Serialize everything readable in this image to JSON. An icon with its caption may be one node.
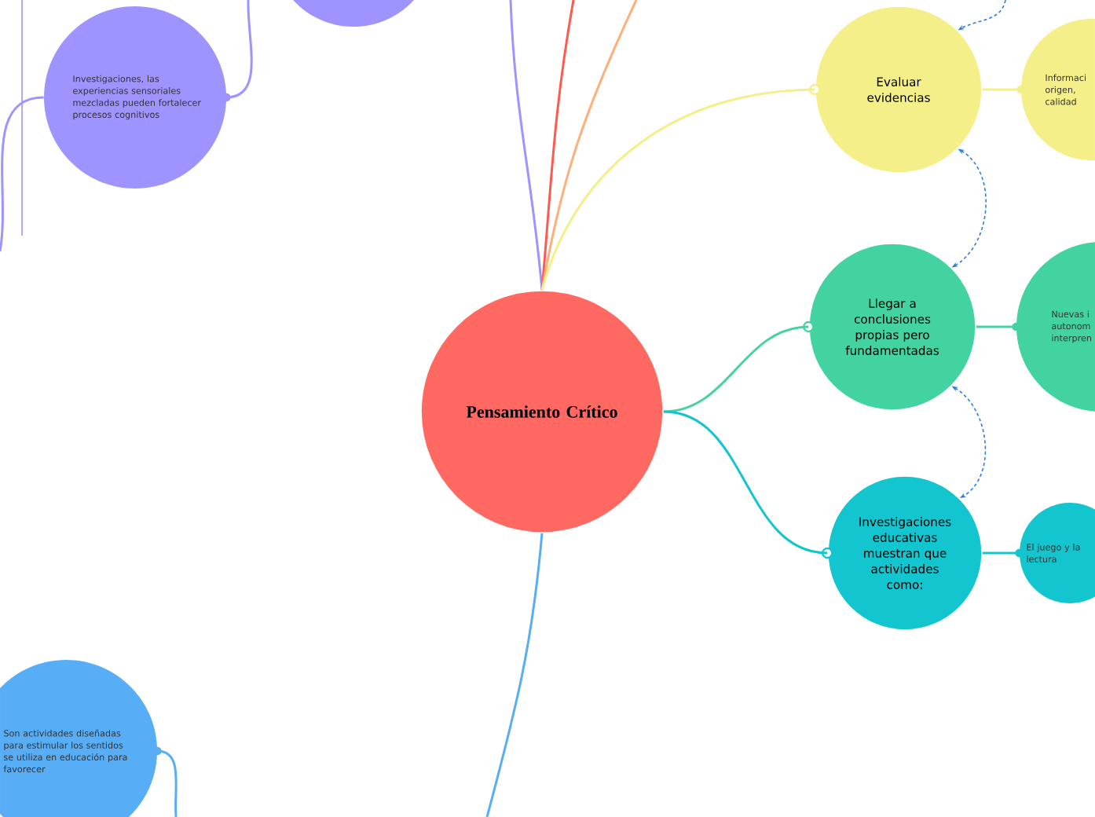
{
  "diagram": {
    "nodes": [
      {
        "text": [
          "Pensamiento Crítico"
        ]
      },
      {
        "text": [],
        "shape": "circle"
      },
      {
        "text": [
          "Investigaciones, las experiencias sensoriales mezcladas pueden fortalecer procesos cognitivos"
        ]
      },
      {
        "text": [
          "Evaluar evidencias"
        ]
      },
      {
        "text": [
          "Informaci origen, calidad"
        ]
      },
      {
        "text": [
          "Llegar a conclusiones propias pero fundamentadas"
        ]
      },
      {
        "text": [
          "Nuevas i autonom interpren"
        ]
      },
      {
        "text": [
          "Investigaciones educativas muestran que actividades como:"
        ]
      },
      {
        "text": [
          "El juego y la lectura"
        ]
      },
      {
        "text": [
          "Son actividades diseñadas para estimular los sentidos se utiliza en educación para favorecer"
        ]
      }
    ],
    "edges": [
      {
        "from": 0,
        "to": null,
        "arrow": "none",
        "color": "#9d94ff"
      },
      {
        "from": 0,
        "to": null,
        "arrow": "none",
        "color": "#ff5a4f"
      },
      {
        "from": 0,
        "to": null,
        "arrow": "none",
        "color": "#ffb07a"
      },
      {
        "from": 0,
        "to": 3,
        "arrow": "none",
        "color": "#f5ef8a"
      },
      {
        "from": 0,
        "to": 5,
        "arrow": "none",
        "color": "#43d3a1"
      },
      {
        "from": 0,
        "to": 7,
        "arrow": "none",
        "color": "#13c5cf"
      },
      {
        "from": 0,
        "to": null,
        "arrow": "none",
        "color": "#57aef7"
      },
      {
        "from": 3,
        "to": 4,
        "arrow": "none",
        "color": "#f5ef8a"
      },
      {
        "from": 5,
        "to": 6,
        "arrow": "none",
        "color": "#43d3a1"
      },
      {
        "from": 7,
        "to": 8,
        "arrow": "none",
        "color": "#13c5cf"
      },
      {
        "from": 2,
        "to": null,
        "arrow": "none",
        "color": "#9d94ff"
      },
      {
        "from": 2,
        "to": null,
        "arrow": "none",
        "color": "#9d94ff"
      },
      {
        "from": 9,
        "to": null,
        "arrow": "none",
        "color": "#57aef7"
      },
      {
        "from": null,
        "to": 3,
        "arrow": "to",
        "style": "dashed",
        "color": "#2f7de1"
      },
      {
        "from": 3,
        "to": 5,
        "arrow": "both",
        "style": "dashed",
        "color": "#2f7de1"
      },
      {
        "from": 5,
        "to": 7,
        "arrow": "both",
        "style": "dashed",
        "color": "#2f7de1"
      }
    ]
  }
}
